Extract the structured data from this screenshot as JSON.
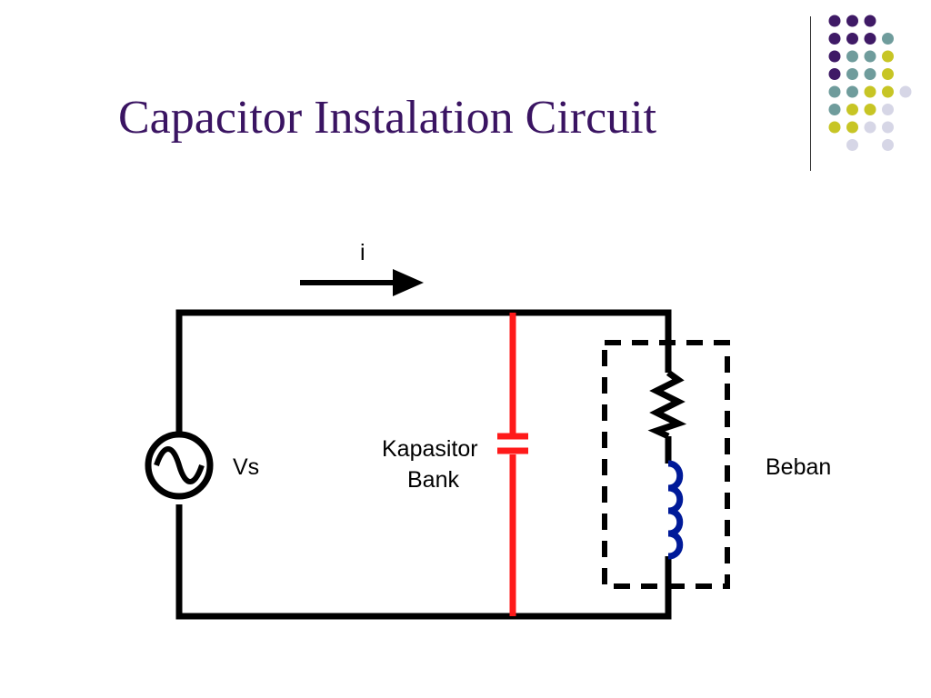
{
  "slide": {
    "title": "Capacitor Instalation Circuit"
  },
  "decoration": {
    "dot_palette": [
      "#3f1a66",
      "#6f9c9c",
      "#c7c525",
      "#d6d6e6"
    ],
    "dot_grid": [
      [
        0,
        0,
        0,
        -1
      ],
      [
        0,
        0,
        0,
        1
      ],
      [
        0,
        1,
        1,
        2
      ],
      [
        0,
        1,
        1,
        2
      ],
      [
        1,
        1,
        2,
        2,
        3
      ],
      [
        1,
        2,
        2,
        3
      ],
      [
        2,
        2,
        3,
        3
      ],
      [
        -1,
        3,
        -1,
        3
      ]
    ]
  },
  "diagram": {
    "current_label": "i",
    "source_label": "Vs",
    "capacitor_label_line1": "Kapasitor",
    "capacitor_label_line2": "Bank",
    "load_label": "Beban",
    "colors": {
      "wire": "#000000",
      "capacitor": "#ff1a1a",
      "inductor": "#001a99",
      "title": "#3a1462"
    }
  }
}
